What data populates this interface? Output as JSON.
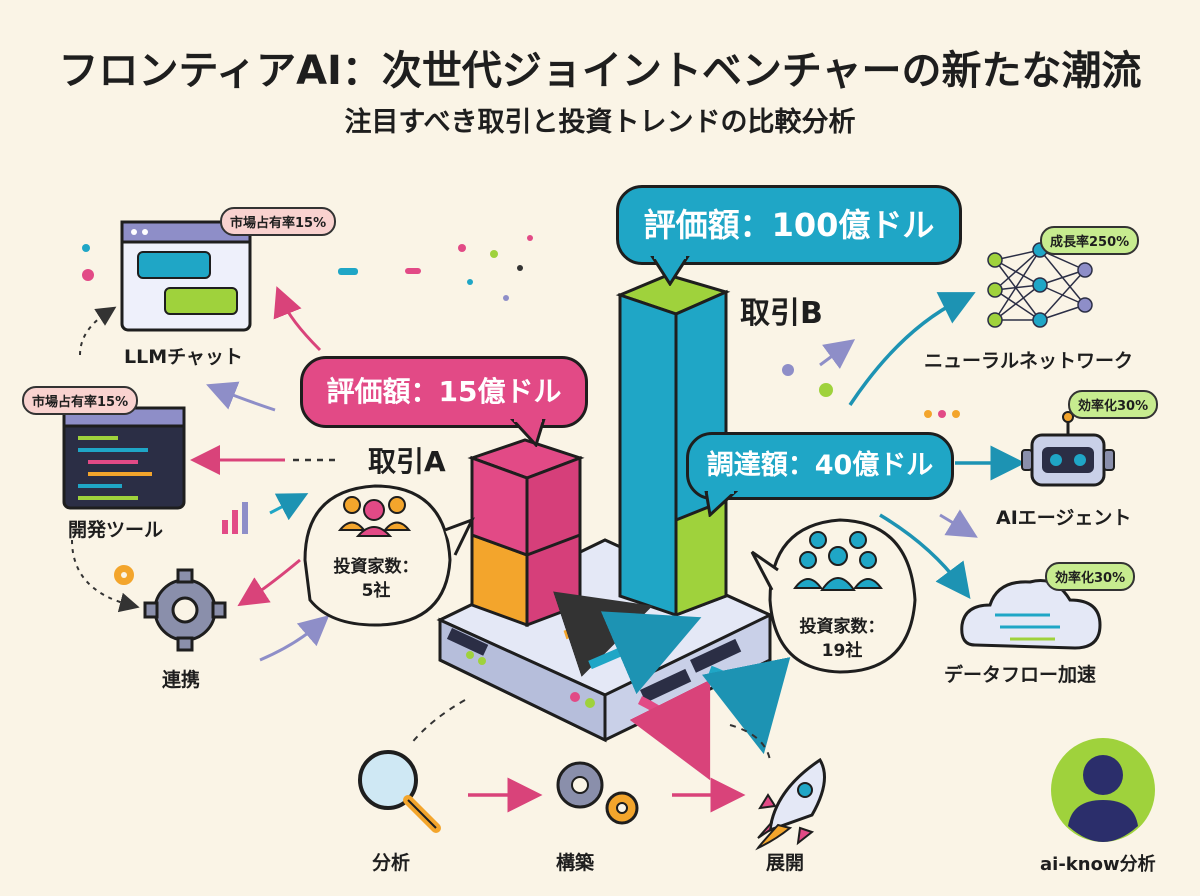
{
  "header": {
    "title": "フロンティアAI：次世代ジョイントベンチャーの新たな潮流",
    "subtitle": "注目すべき取引と投資トレンドの比較分析"
  },
  "deal_a": {
    "label": "取引A",
    "valuation": "評価額：15億ドル",
    "investors": "投資家数：",
    "investors_count": "5社"
  },
  "deal_b": {
    "label": "取引B",
    "valuation": "評価額：100億ドル",
    "funding": "調達額：40億ドル",
    "investors": "投資家数：",
    "investors_count": "19社"
  },
  "left_items": {
    "llm_chat": "LLMチャット",
    "llm_share": "市場占有率15%",
    "dev_tools": "開発ツール",
    "dev_share": "市場占有率15%",
    "integration": "連携"
  },
  "right_items": {
    "neural_net": "ニューラルネットワーク",
    "neural_growth": "成長率250%",
    "ai_agent": "AIエージェント",
    "agent_eff": "効率化30%",
    "dataflow": "データフロー加速",
    "dataflow_eff": "効率化30%"
  },
  "process": {
    "analyze": "分析",
    "build": "構築",
    "deploy": "展開"
  },
  "brand": {
    "name": "ai-know分析"
  },
  "icons": [
    "chat-window-icon",
    "code-window-icon",
    "gear-icon",
    "investors-icon",
    "neural-network-icon",
    "robot-icon",
    "cloud-icon",
    "magnifier-icon",
    "gears-icon",
    "rocket-icon",
    "avatar-icon",
    "server-icon"
  ],
  "colors": {
    "pink": "#e24a86",
    "orange": "#f3a52c",
    "teal": "#1fa6c6",
    "lime": "#9fd23c",
    "green_tag": "#c7ec8f",
    "pink_tag": "#f9d2cf",
    "background": "#faf4e6"
  }
}
